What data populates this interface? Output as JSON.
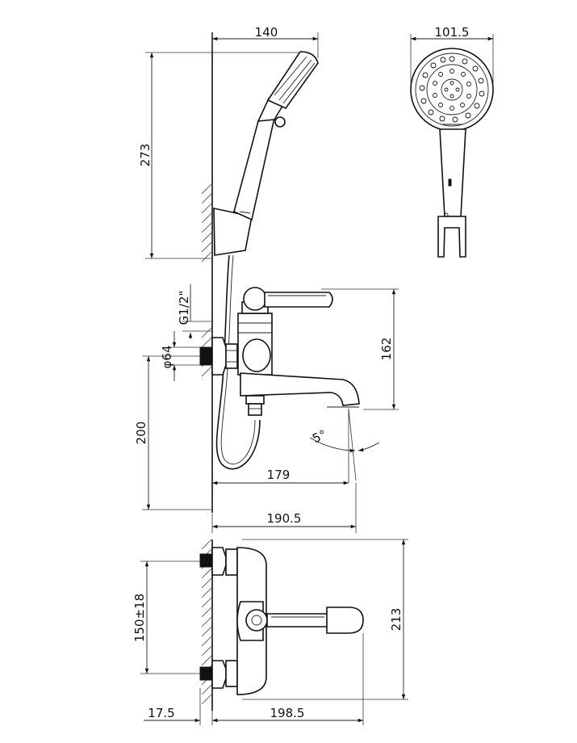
{
  "dimensions": {
    "shower_width": "140",
    "head_diameter": "101.5",
    "shower_height": "273",
    "thread": "G1/2\"",
    "flange_diameter": "φ64",
    "spout_height": "162",
    "mount_height": "200",
    "spout_angle": "5°",
    "spout_reach": "179",
    "total_reach": "190.5",
    "center_distance": "150±18",
    "wall_offset": "17.5",
    "plan_depth": "198.5",
    "plan_width": "213"
  }
}
